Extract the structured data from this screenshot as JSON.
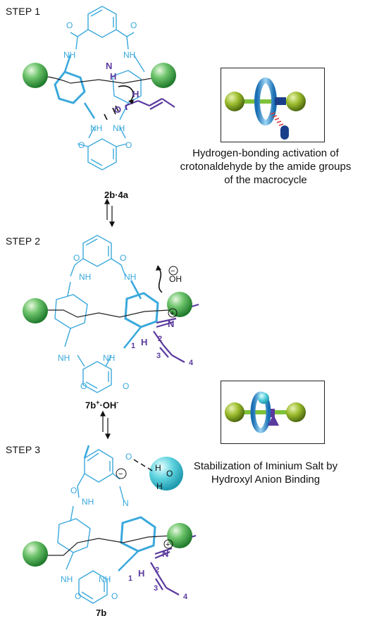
{
  "steps": {
    "s1": "STEP 1",
    "s2": "STEP 2",
    "s3": "STEP 3"
  },
  "compounds": {
    "c1": "2b·4a",
    "c2_main": "7b",
    "c2_sup1": "+",
    "c2_mid": "·OH",
    "c2_sup2": "-",
    "c3": "7b"
  },
  "captions": {
    "cap1": [
      "Hydrogen-bonding activation of",
      "crotonaldehyde by the amide groups",
      "of the macrocycle"
    ],
    "cap2": [
      "Stabilization of Iminium Salt by",
      "Hydroxyl Anion Binding"
    ]
  },
  "atoms": {
    "O": "O",
    "NH": "NH",
    "N": "N",
    "H": "H",
    "OH": "OH",
    "plus": "+",
    "minus": "−"
  },
  "positions": {
    "p1": "1",
    "p2": "2",
    "p3": "3",
    "p4": "4"
  },
  "colors": {
    "macrocycle": "#3aa9dc",
    "imine": "#5b3a9e",
    "stopper_green": "#2e9a3a",
    "water": "#40c4d4",
    "text": "#111111"
  }
}
